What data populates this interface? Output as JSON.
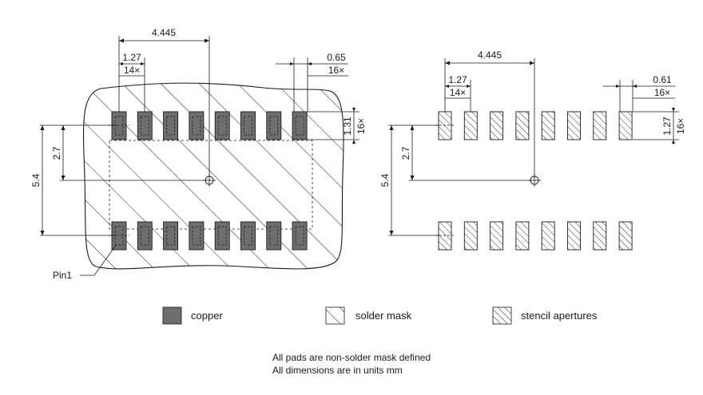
{
  "left_view": {
    "dims": {
      "pitch_span": "4.445",
      "pitch": "1.27",
      "pitch_count": "14×",
      "pad_width": "0.65",
      "pad_width_count": "16×",
      "pad_height": "1.31",
      "pad_height_count": "16×",
      "half_span": "2.7",
      "row_span": "5.4"
    },
    "pin1_label": "Pin1"
  },
  "right_view": {
    "dims": {
      "pitch_span": "4.445",
      "pitch": "1.27",
      "pitch_count": "14×",
      "aperture_width": "0.61",
      "aperture_width_count": "16×",
      "aperture_height": "1.27",
      "aperture_height_count": "16×",
      "half_span": "2.7",
      "row_span": "5.4"
    }
  },
  "legend": {
    "copper": "copper",
    "solder_mask": "solder mask",
    "stencil": "stencil apertures"
  },
  "notes": {
    "line1": "All pads are non-solder mask defined",
    "line2": "All dimensions are in units mm"
  },
  "colors": {
    "copper": "#6e6e6e",
    "line": "#1a1a1a"
  }
}
